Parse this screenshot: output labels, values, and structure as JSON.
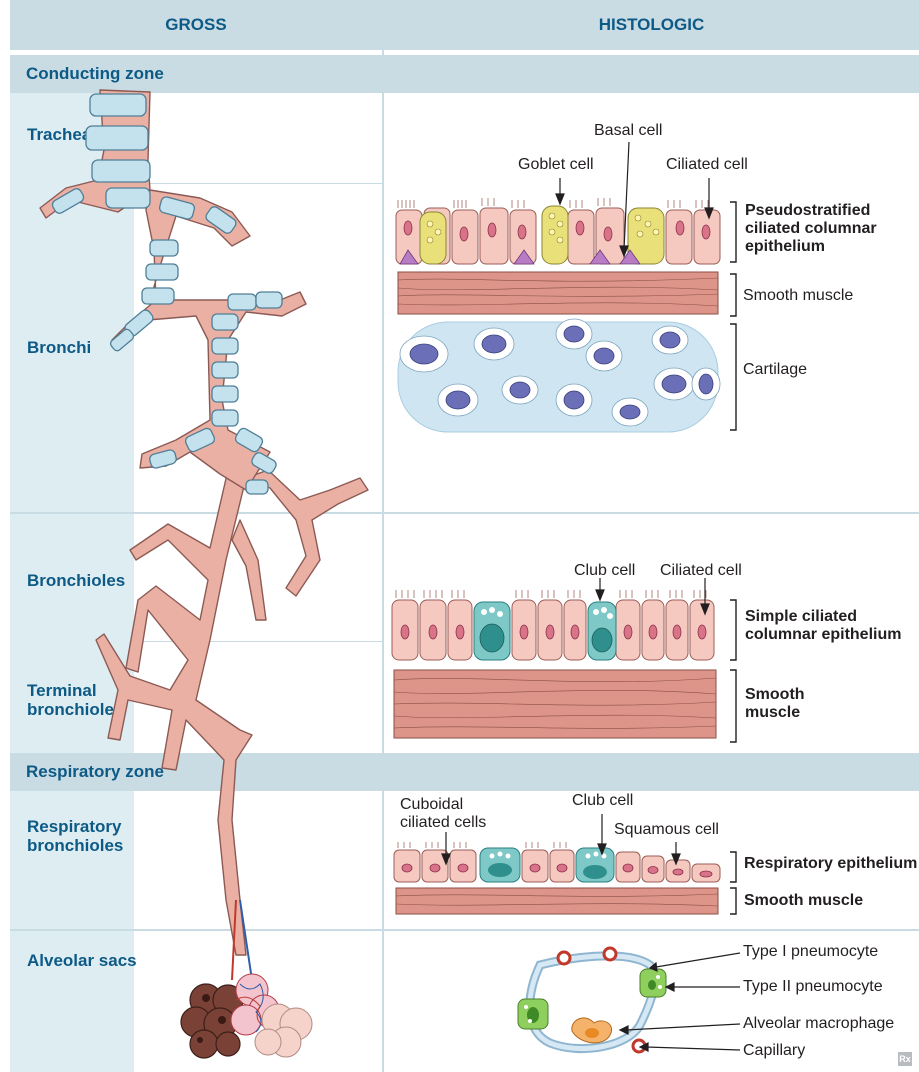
{
  "header": {
    "gross": "GROSS",
    "histologic": "HISTOLOGIC"
  },
  "zones": {
    "conducting": "Conducting zone",
    "respiratory": "Respiratory zone"
  },
  "rows": {
    "trachea": "Trachea",
    "bronchi": "Bronchi",
    "bronchioles": "Bronchioles",
    "terminal": "Terminal bronchioles",
    "resp_bronchioles": "Respiratory bronchioles",
    "alveolar": "Alveolar sacs"
  },
  "bronchi_panel": {
    "basal_cell": "Basal cell",
    "goblet_cell": "Goblet cell",
    "ciliated_cell": "Ciliated cell",
    "epithelium": "Pseudostratified ciliated columnar epithelium",
    "smooth_muscle": "Smooth muscle",
    "cartilage": "Cartilage"
  },
  "bronchiole_panel": {
    "club_cell": "Club cell",
    "ciliated_cell": "Ciliated cell",
    "epithelium": "Simple ciliated columnar epithelium",
    "smooth_muscle": "Smooth muscle"
  },
  "resp_panel": {
    "cuboidal": "Cuboidal ciliated cells",
    "club_cell": "Club cell",
    "squamous_cell": "Squamous cell",
    "epithelium": "Respiratory epithelium",
    "smooth_muscle": "Smooth muscle"
  },
  "alveolar_panel": {
    "type1": "Type I pneumocyte",
    "type2": "Type II pneumocyte",
    "macrophage": "Alveolar macrophage",
    "capillary": "Capillary"
  },
  "logo": "Rx",
  "colors": {
    "header_bg": "#c9dce3",
    "label_blue": "#0d5a86",
    "side_strip": "#deedf2",
    "cell_pink": "#f6c9c0",
    "muscle": "#d98a7e",
    "cartilage": "#cfe6f2",
    "goblet": "#e9e07a",
    "club": "#7ec9c8"
  }
}
